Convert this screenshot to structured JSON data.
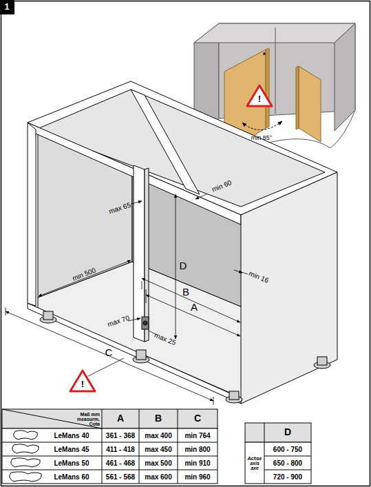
{
  "diagram": {
    "labels": [
      "1",
      "!",
      "min 85°",
      "min 60",
      "max 65",
      "D",
      "B",
      "min 16",
      "min 500",
      "A",
      "max 70",
      "max 25",
      "C",
      "!",
      "Maß mm measurm. Cota",
      "A",
      "B",
      "C",
      "LeMans 40",
      "361 - 368",
      "max 400",
      "min 764",
      "LeMans 45",
      "411 - 418",
      "max 450",
      "min 800",
      "LeMans 50",
      "461 - 468",
      "max 500",
      "min 910",
      "LeMans 60",
      "561 - 568",
      "max 600",
      "min 960",
      "D",
      "Achse axis axe",
      "600 - 750",
      "650 - 800",
      "720 - 900"
    ]
  }
}
